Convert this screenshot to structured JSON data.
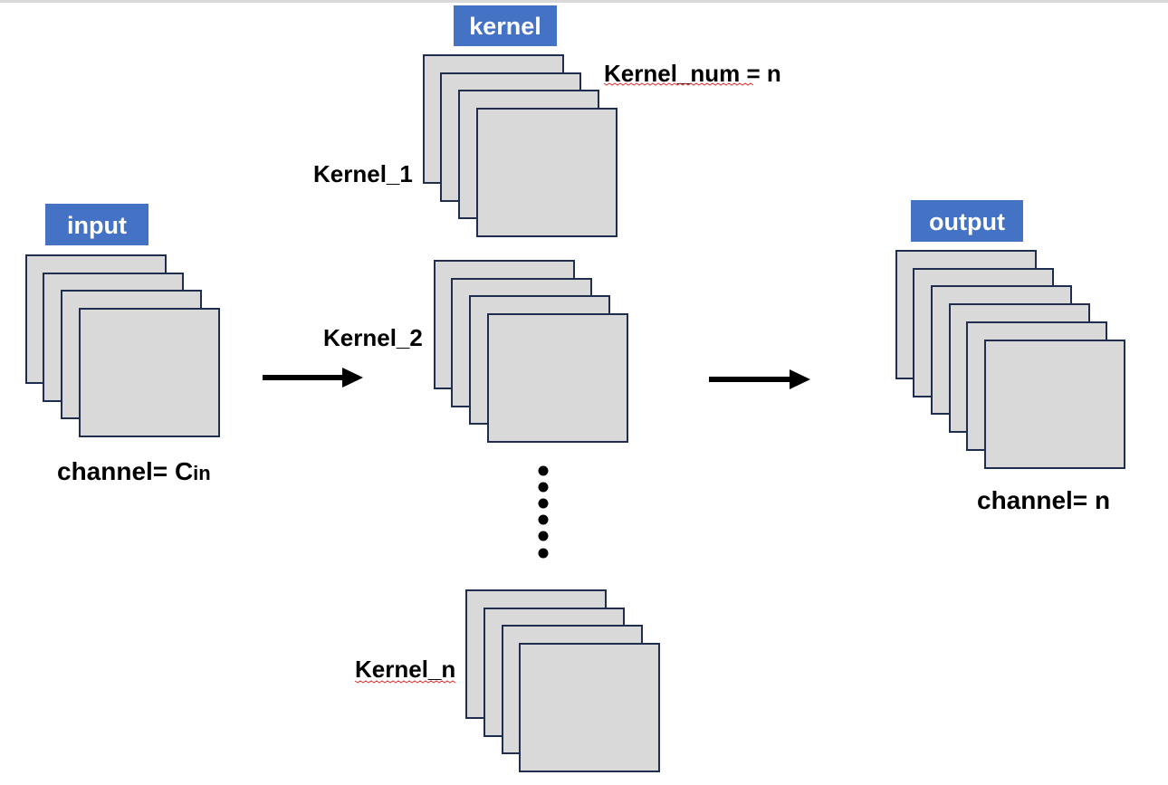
{
  "tags": {
    "kernel": "kernel",
    "input": "input",
    "output": "output"
  },
  "labels": {
    "kernel_num": "Kernel_num = n",
    "kernel_1": "Kernel_1",
    "kernel_2": "Kernel_2",
    "kernel_n": "Kernel_n",
    "input_channel": "channel= C",
    "input_channel_subscript": "in",
    "output_channel": "channel= n"
  },
  "colors": {
    "tag_fill": "#4472c4",
    "sheet_fill": "#d9d9d9",
    "sheet_stroke": "#1f2d4e"
  }
}
